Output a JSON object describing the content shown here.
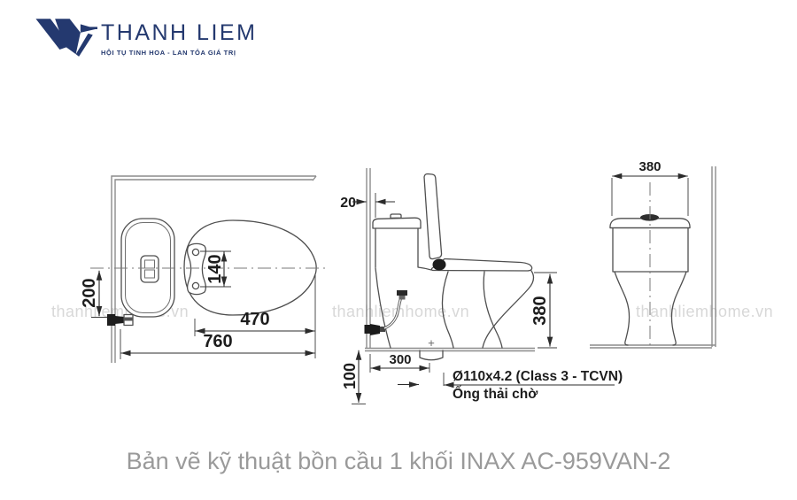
{
  "logo": {
    "brand": "THANH LIEM",
    "tagline": "HỘI TỤ TINH HOA - LAN TỎA GIÁ TRỊ",
    "color": "#24396f"
  },
  "watermark": {
    "text": "thanhliemhome.vn",
    "color": "#d8d8d8"
  },
  "caption": {
    "text": "Bản vẽ kỹ thuật bồn cầu 1 khối INAX AC-959VAN-2"
  },
  "drawing": {
    "product": "INAX AC-959VAN-2",
    "top_view": {
      "overall_depth": "760",
      "seat_length": "470",
      "inlet_offset": "200",
      "bolt_spacing": "140"
    },
    "side_view": {
      "wall_gap": "20",
      "seat_height": "380",
      "drain_offset": "300",
      "drain_depth": "100",
      "pipe_spec": "Ø110x4.2 (Class 3 - TCVN)",
      "pipe_label": "Ống thải chờ"
    },
    "front_view": {
      "tank_width": "380"
    },
    "colors": {
      "line": "#4f4f4f",
      "dimension_text": "#1d1d1d",
      "wall": "#8b8b8b",
      "caption_gray": "#9a9a9a",
      "watermark_gray": "#d8d8d8"
    }
  }
}
